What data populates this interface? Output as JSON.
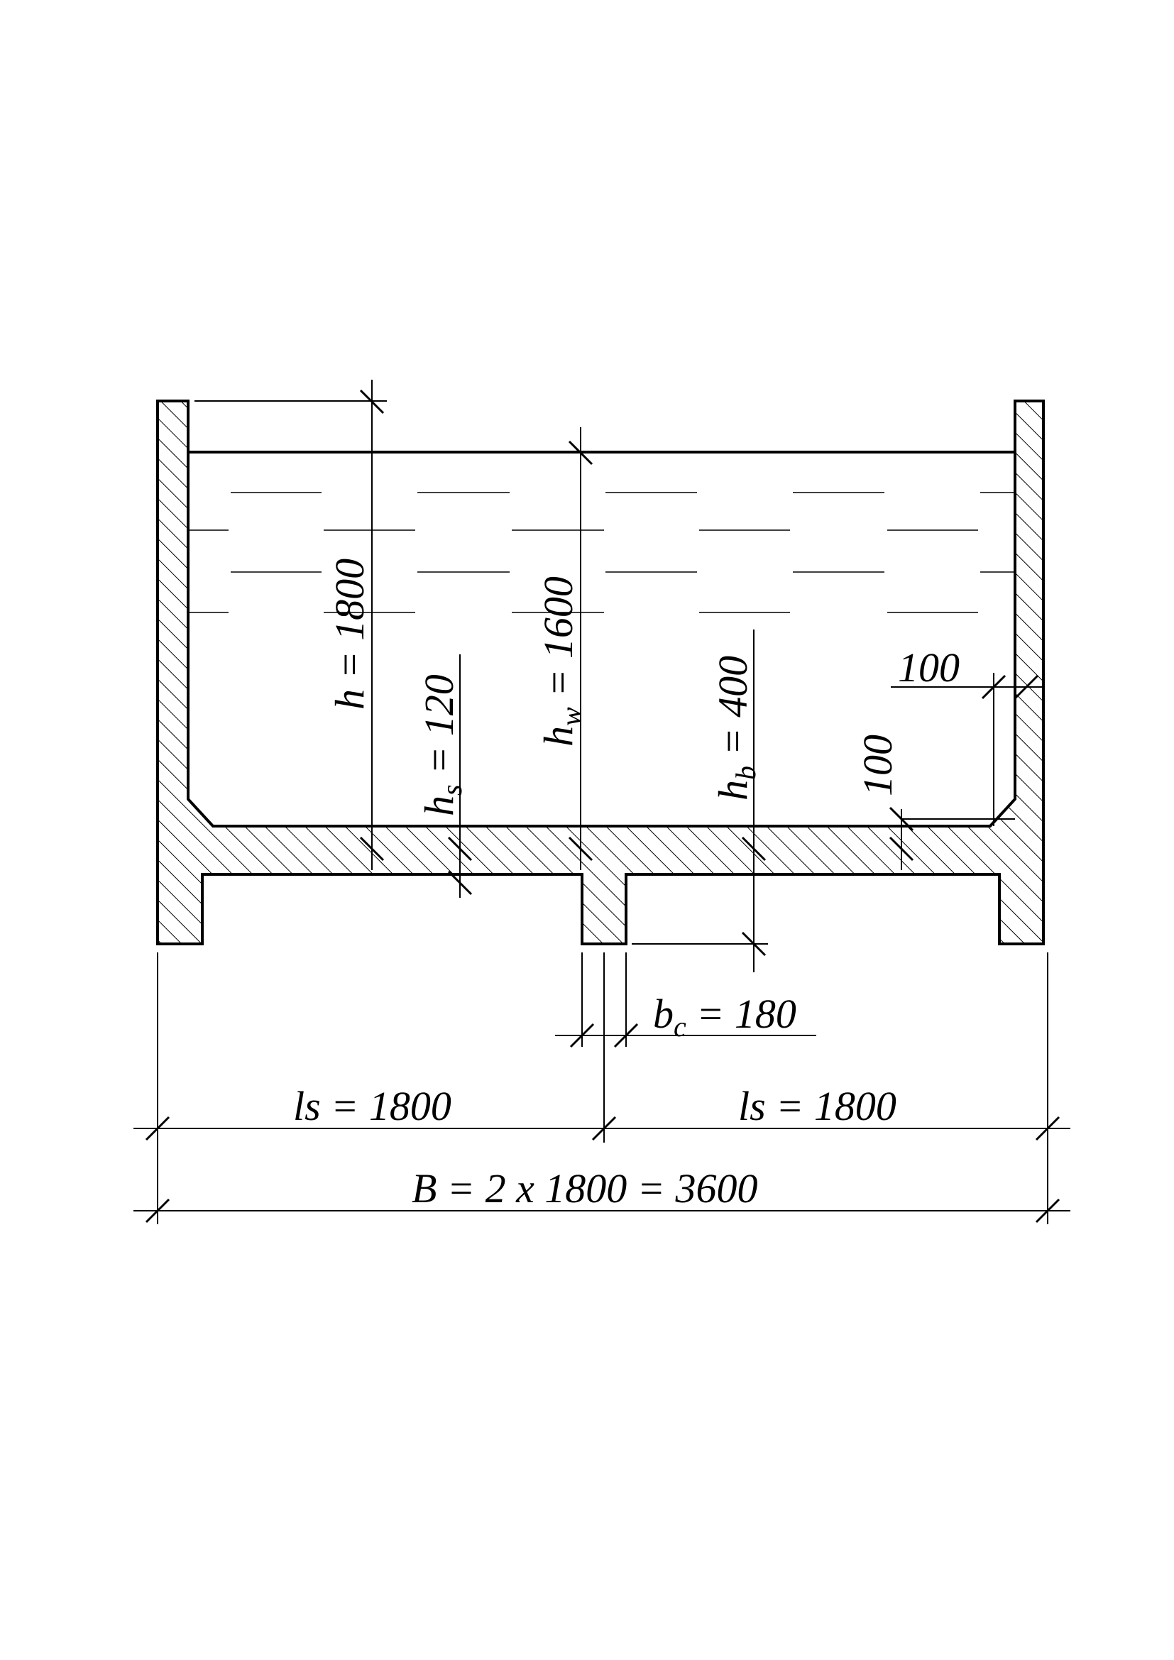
{
  "dimensions": {
    "h": {
      "symbol": "h",
      "subscript": "",
      "rest": " = 1800"
    },
    "hs": {
      "symbol": "h",
      "subscript": "s",
      "rest": " = 120"
    },
    "hw": {
      "symbol": "h",
      "subscript": "w",
      "rest": " = 1600"
    },
    "hb": {
      "symbol": "h",
      "subscript": "b",
      "rest": " = 400"
    },
    "bc": {
      "symbol": "b",
      "subscript": "c",
      "rest": " = 180"
    },
    "top_haunch": "100",
    "side_haunch": "100",
    "ls_left": "ls = 1800",
    "ls_right": "ls = 1800",
    "total": "B = 2 x 1800 = 3600"
  }
}
